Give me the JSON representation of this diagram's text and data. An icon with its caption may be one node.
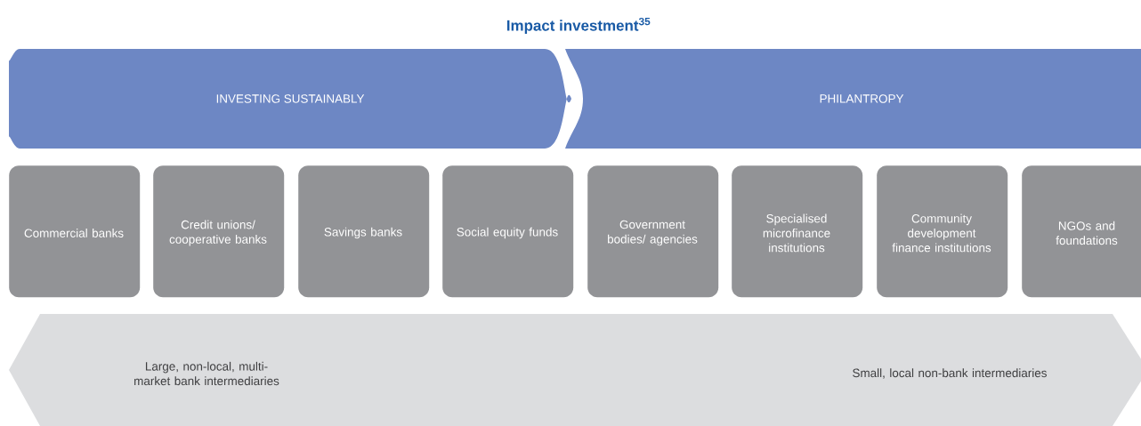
{
  "diagram": {
    "title": "Impact investment$^{35}$",
    "nodes": [
      {
        "text": [
          "INVESTING SUSTAINABLY"
        ]
      },
      {
        "text": [
          "PHILANTROPY"
        ]
      },
      {
        "text": [
          "Commercial banks"
        ]
      },
      {
        "text": [
          "Credit unions/ cooperative banks"
        ]
      },
      {
        "text": [
          "Savings banks"
        ]
      },
      {
        "text": [
          "Social equity funds"
        ]
      },
      {
        "text": [
          "Government bodies/ agencies"
        ]
      },
      {
        "text": [
          "Specialised microfinance institutions"
        ]
      },
      {
        "text": [
          "Community development finance institutions"
        ]
      },
      {
        "text": [
          "NGOs and foundations"
        ]
      },
      {
        "text": [
          "Large, non-local, multi-market bank intermediaries",
          "Small, local non-bank intermediaries"
        ]
      }
    ]
  }
}
